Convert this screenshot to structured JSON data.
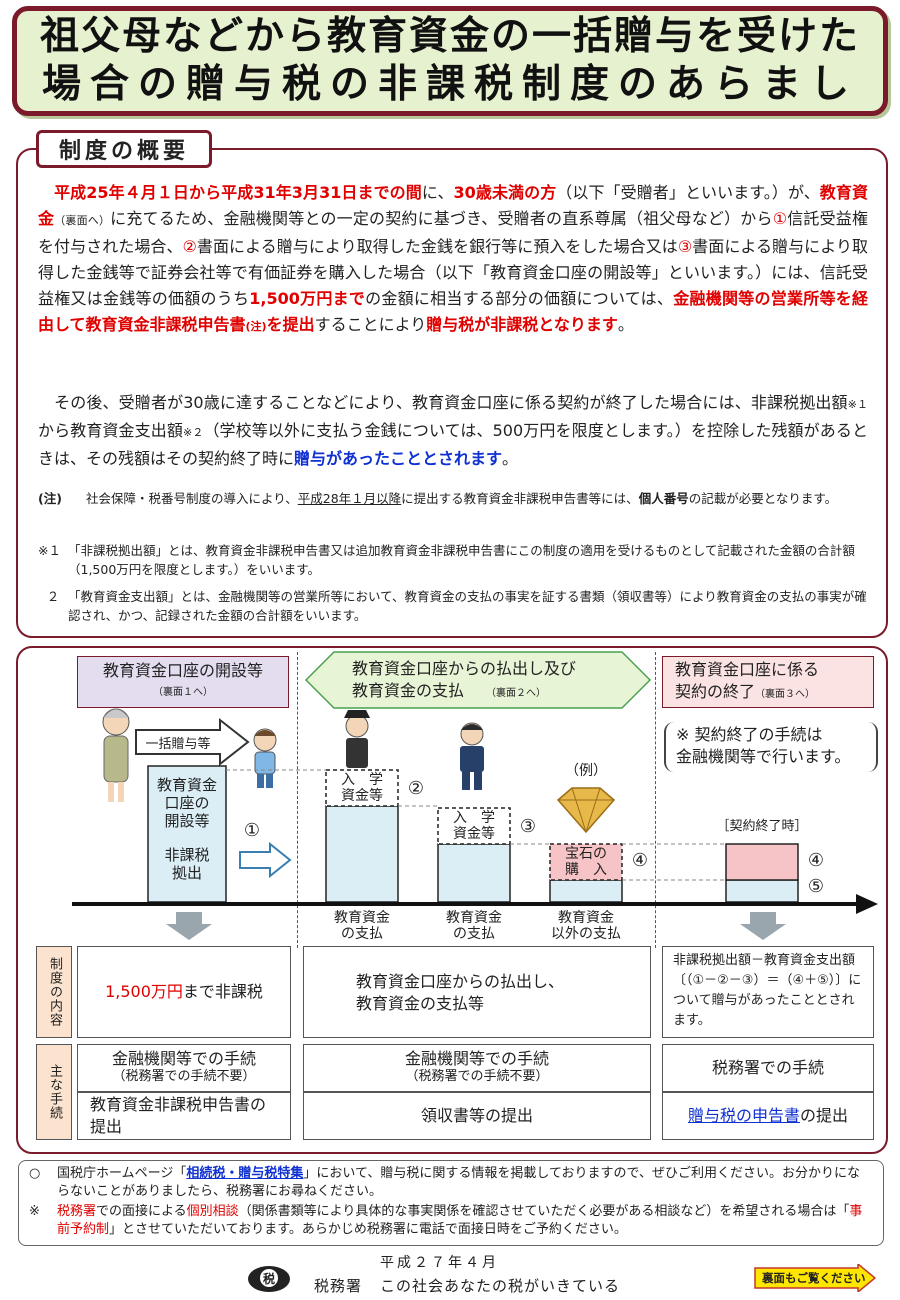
{
  "title": {
    "line1": "祖父母などから教育資金の一括贈与を受けた",
    "line2": "場合の贈与税の非課税制度のあらまし"
  },
  "overview": {
    "tab": "制度の概要",
    "p1": {
      "a": "平成25年４月１日から平成31年3月31日までの間",
      "b": "に、",
      "c": "30歳未満の方",
      "d": "（以下「受贈者」といいます。）が、",
      "e": "教育資金",
      "f": "（裏面へ）",
      "g": "に充てるため、金融機関等との一定の契約に基づき、受贈者の直系尊属（祖父母など）から",
      "h": "①",
      "i": "信託受益権を付与された場合、",
      "j": "②",
      "k": "書面による贈与により取得した金銭を銀行等に預入をした場合又は",
      "l": "③",
      "m": "書面による贈与により取得した金銭等で証券会社等で有価証券を購入した場合（以下「教育資金口座の開設等」といいます。）には、信託受益権又は金銭等の価額のうち",
      "n": "1,500万円まで",
      "o": "の金額に相当する部分の価額については、",
      "p": "金融機関等の営業所等を経由して教育資金非課税申告書",
      "q": "(注)",
      "r": "を提出",
      "s": "することにより",
      "t": "贈与税が非課税となります",
      "u": "。"
    },
    "p2": {
      "a": "その後、受贈者が30歳に達することなどにより、教育資金口座に係る契約が終了した場合には、非課税拠出額",
      "b": "※１",
      "c": "から教育資金支出額",
      "d": "※２",
      "e": "（学校等以外に支払う金銭については、500万円を限度とします。）を控除した残額があるときは、その残額はその契約終了時に",
      "f": "贈与があったこととされます",
      "g": "。"
    },
    "note1": {
      "mark": "(注)",
      "a": "社会保障・税番号制度の導入により、",
      "b": "平成28年１月以降",
      "c": "に提出する教育資金非課税申告書等には、",
      "d": "個人番号",
      "e": "の記載が必要となります。"
    },
    "note2": {
      "mark": "※１",
      "text": "「非課税拠出額」とは、教育資金非課税申告書又は追加教育資金非課税申告書にこの制度の適用を受けるものとして記載された金額の合計額（1,500万円を限度とします。）をいいます。"
    },
    "note3": {
      "mark": "２",
      "text": "「教育資金支出額」とは、金融機関等の営業所等において、教育資金の支払の事実を証する書類（領収書等）により教育資金の支払の事実が確認され、かつ、記録された金額の合計額をいいます。"
    }
  },
  "flow": {
    "header1": {
      "text": "教育資金口座の開設等",
      "ref": "（裏面１へ）"
    },
    "header2": {
      "line1": "教育資金口座からの払出し及び",
      "line2": "教育資金の支払",
      "ref": "（裏面２へ）"
    },
    "header3": {
      "line1": "教育資金口座に係る",
      "line2": "契約の終了",
      "ref": "（裏面３へ）"
    },
    "gift_arrow": "一括贈与等",
    "account_block": {
      "l1": "教育資金",
      "l2": "口座の",
      "l3": "開設等",
      "sub1": "非課税",
      "sub2": "拠出"
    },
    "circle1": "①",
    "circle2": "②",
    "circle3": "③",
    "circle4": "④",
    "circle5": "⑤",
    "entrance1": {
      "l1": "入　学",
      "l2": "資金等"
    },
    "entrance2": {
      "l1": "入　学",
      "l2": "資金等"
    },
    "jewel": {
      "l1": "宝石の",
      "l2": "購　入"
    },
    "example": "（例）",
    "end_note": {
      "l1": "※ 契約終了の手続は",
      "l2": "金融機関等で行います。"
    },
    "end_time": "［契約終了時］",
    "under1": {
      "l1": "教育資金",
      "l2": "の支払"
    },
    "under2": {
      "l1": "教育資金",
      "l2": "の支払"
    },
    "under3": {
      "l1": "教育資金",
      "l2": "以外の支払"
    }
  },
  "table": {
    "row1_label": "制度の内容",
    "row2_label": "主な手続",
    "r1c1": {
      "red": "1,500万円",
      "rest": "まで非課税"
    },
    "r1c2": {
      "l1": "教育資金口座からの払出し、",
      "l2": "教育資金の支払等"
    },
    "r1c3": "非課税拠出額－教育資金支出額〔（①－②－③）＝（④＋⑤）〕について贈与があったこととされます。",
    "r2c1_top": {
      "l1": "金融機関等での手続",
      "l2": "（税務署での手続不要）"
    },
    "r2c2_top": {
      "l1": "金融機関等での手続",
      "l2": "（税務署での手続不要）"
    },
    "r2c3_top": "税務署での手続",
    "r2c1_bot": "教育資金非課税申告書の提出",
    "r2c2_bot": "領収書等の提出",
    "r2c3_bot": {
      "blue": "贈与税の申告書",
      "rest": "の提出"
    }
  },
  "footer": {
    "item1": {
      "mark": "○",
      "a": "国税庁ホームページ「",
      "b": "相続税・贈与税特集",
      "c": "」において、贈与税に関する情報を掲載しておりますので、ぜひご利用ください。お分かりにならないことがありましたら、税務署にお尋ねください。"
    },
    "item2": {
      "mark": "※",
      "a": "税務署",
      "b": "での面接による",
      "c": "個別相談",
      "d": "（関係書類等により具体的な事実関係を確認させていただく必要がある相談など）を希望される場合は「",
      "e": "事前予約制",
      "f": "」とさせていただいております。あらかじめ税務署に電話で面接日時をご予約ください。"
    },
    "date": "平成２７年４月",
    "logo_text": "税",
    "org": "税務署",
    "slogan": "この社会あなたの税がいきている",
    "back_button": "裏面もご覧ください"
  },
  "colors": {
    "frame": "#7a1a2a",
    "title_bg": "#e6f1cf",
    "red_text": "#e00000",
    "blue_text": "#1030d0",
    "block_fill": "#dbeef6",
    "jewel_fill": "#f6c3c6",
    "hdr1_bg": "#e4dcef",
    "hdr2_bg": "#e8f4d6",
    "hdr3_bg": "#fbe3e3",
    "row_label_bg": "#fbe3cf",
    "back_button_bg": "#ffe600"
  }
}
